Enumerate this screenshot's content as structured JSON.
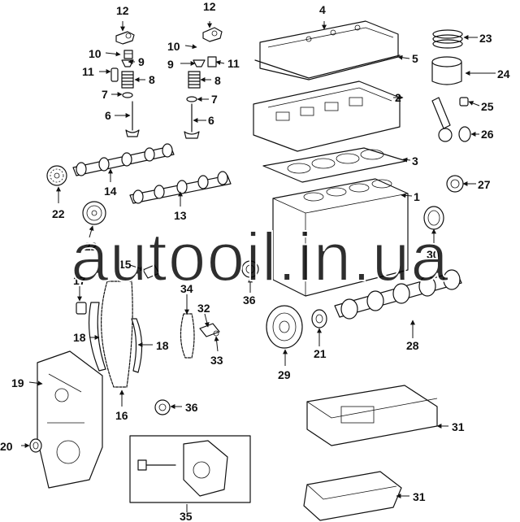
{
  "watermark": "autooil.in.ua",
  "callouts": {
    "c1": "1",
    "c2": "2",
    "c3": "3",
    "c4": "4",
    "c5": "5",
    "c6a": "6",
    "c6b": "6",
    "c7a": "7",
    "c7b": "7",
    "c8a": "8",
    "c8b": "8",
    "c9a": "9",
    "c9b": "9",
    "c10a": "10",
    "c10b": "10",
    "c11a": "11",
    "c11b": "11",
    "c12a": "12",
    "c12b": "12",
    "c13": "13",
    "c14": "14",
    "c15": "15",
    "c16": "16",
    "c17": "17",
    "c18a": "18",
    "c18b": "18",
    "c19": "19",
    "c20": "20",
    "c21": "21",
    "c22a": "22",
    "c22b": "22",
    "c23": "23",
    "c24": "24",
    "c25": "25",
    "c26": "26",
    "c27": "27",
    "c28": "28",
    "c29": "29",
    "c30": "30",
    "c31a": "31",
    "c31b": "31",
    "c32": "32",
    "c33": "33",
    "c34": "34",
    "c35": "35",
    "c36a": "36",
    "c36b": "36"
  }
}
